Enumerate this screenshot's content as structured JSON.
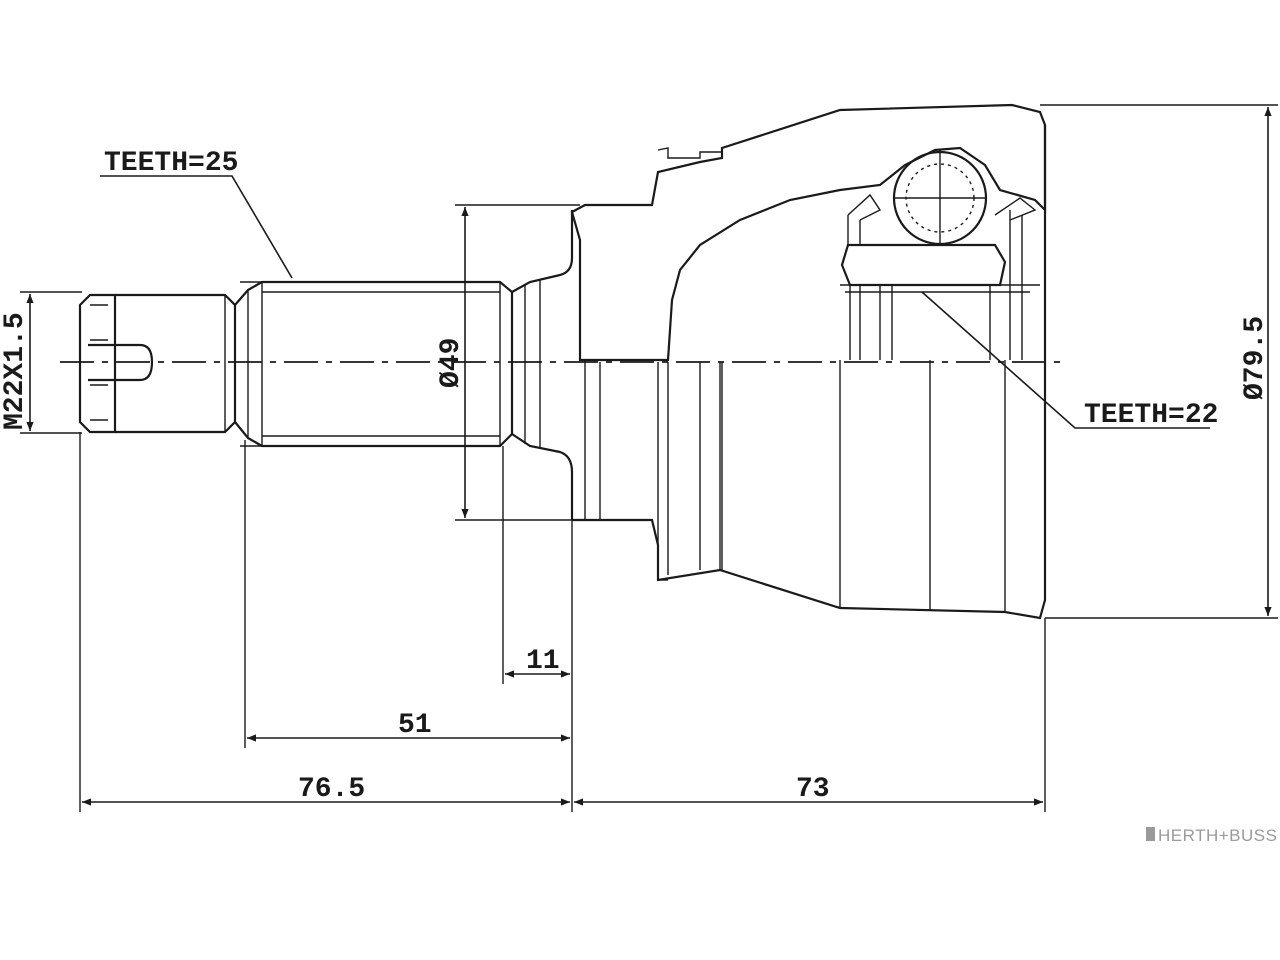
{
  "labels": {
    "teeth_outer": "TEETH=25",
    "teeth_inner": "TEETH=22",
    "thread": "M22X1.5",
    "shaft_diameter": "Ø49",
    "housing_diameter": "Ø79.5",
    "dim_11": "11",
    "dim_51": "51",
    "dim_76_5": "76.5",
    "dim_73": "73"
  },
  "brand": {
    "name": "HERTH+BUSS"
  },
  "colors": {
    "line": "#1a1a1a",
    "brand": "#9a9a9a",
    "background": "#ffffff"
  }
}
